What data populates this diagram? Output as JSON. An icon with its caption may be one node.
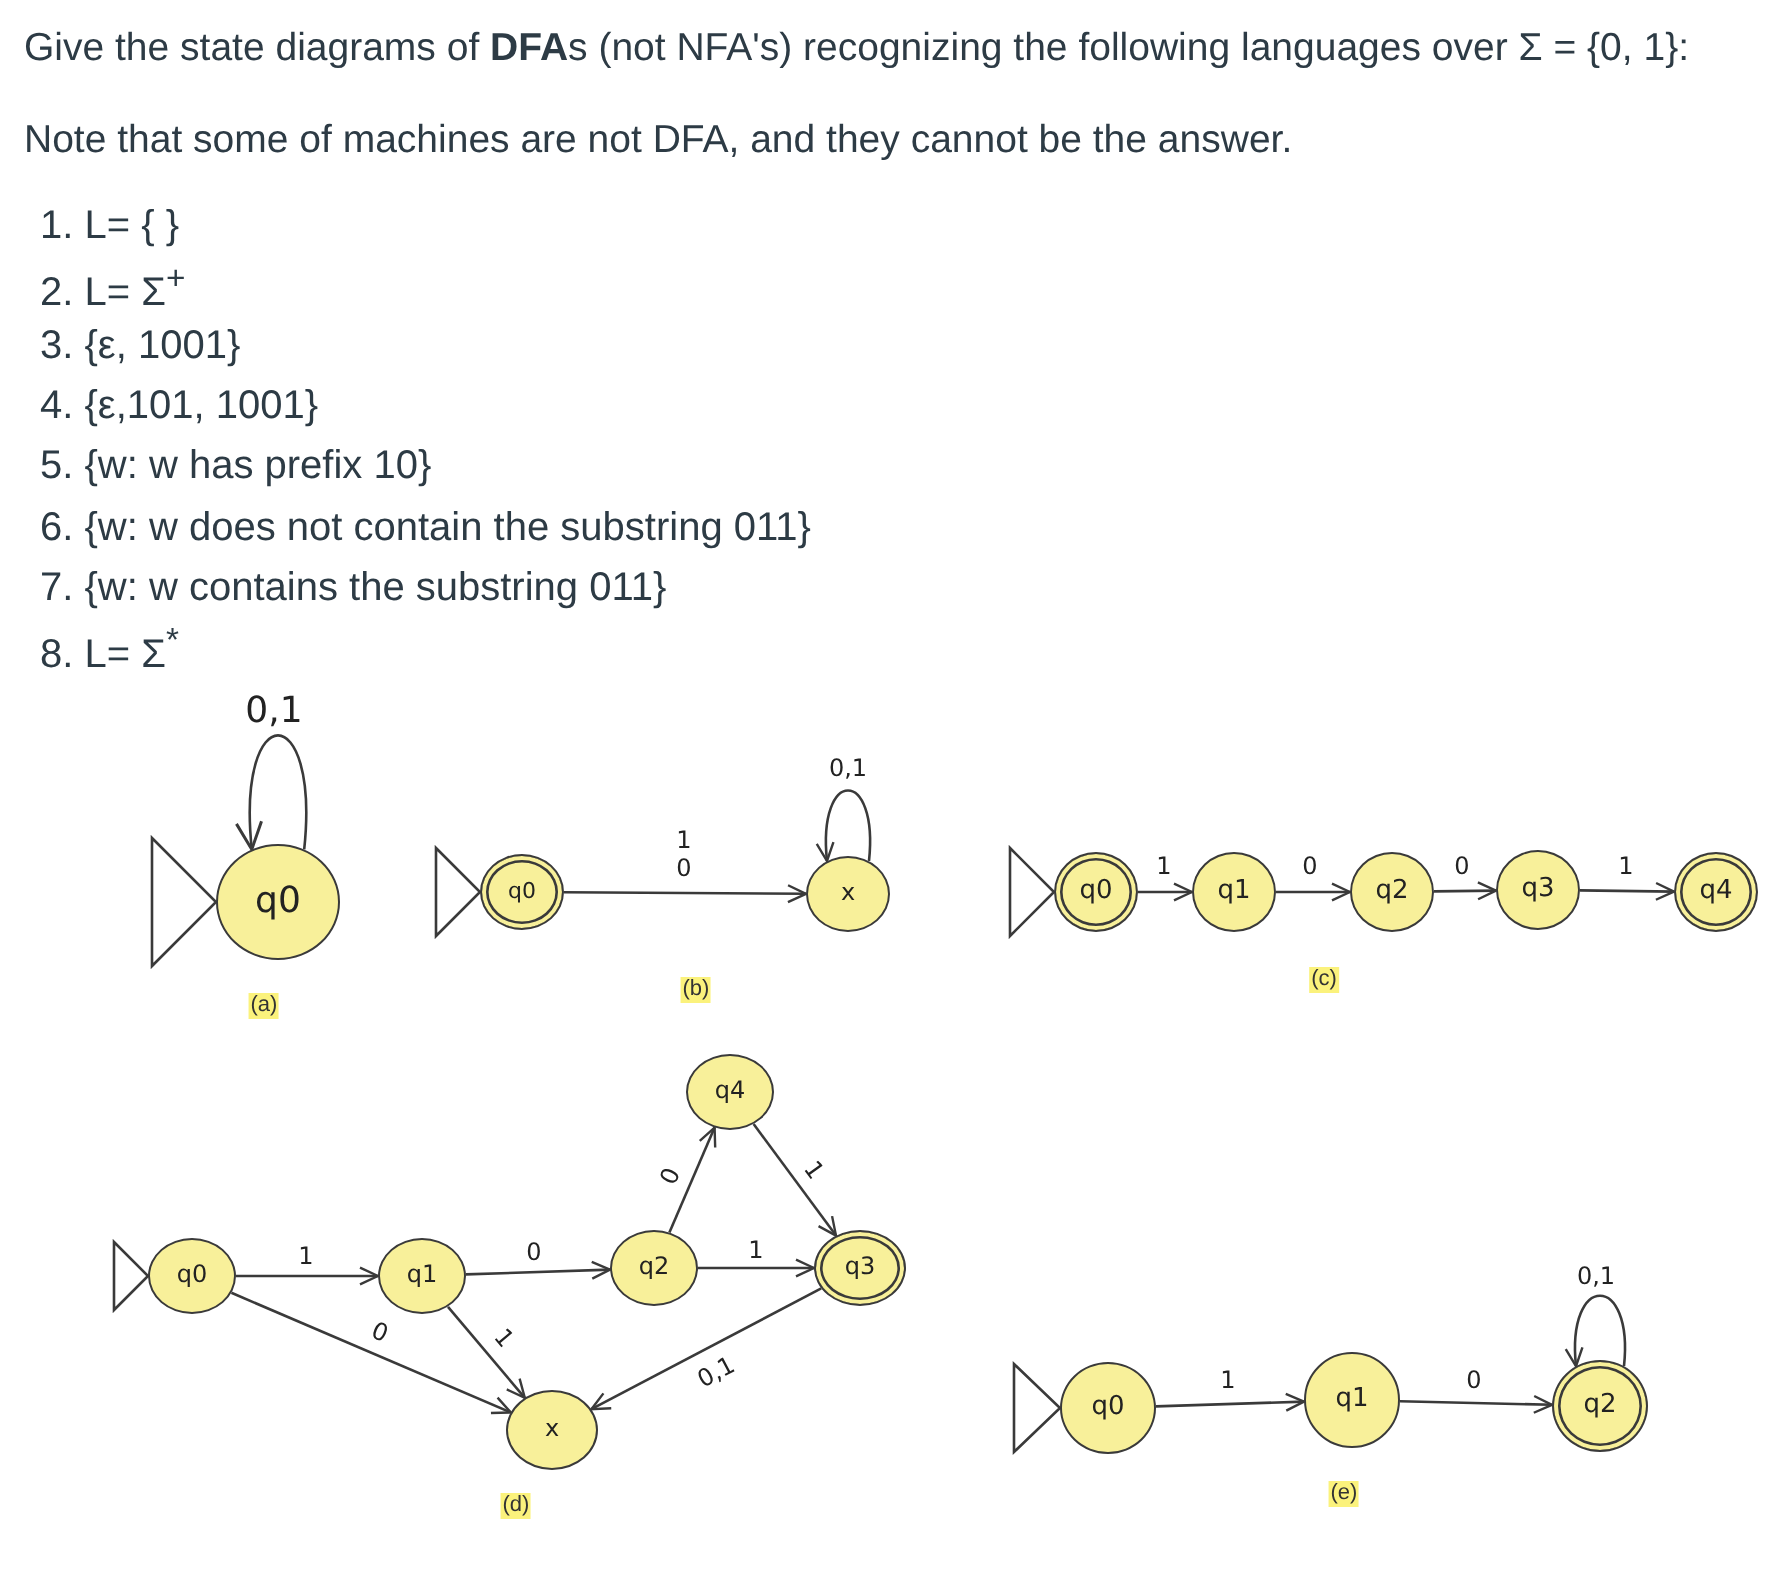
{
  "diagram": {
    "title": "Give the state diagrams of **DFA**s (not NFA's) recognizing the following languages over Σ = {0, 1}:",
    "nodes": [
      {
        "text": [
          "q0"
        ]
      },
      {
        "text": [
          "q0"
        ]
      },
      {
        "text": [
          "x"
        ]
      },
      {
        "text": [
          "q0"
        ]
      },
      {
        "text": [
          "q1"
        ]
      },
      {
        "text": [
          "q2"
        ]
      },
      {
        "text": [
          "q3"
        ]
      },
      {
        "text": [
          "q4"
        ]
      },
      {
        "text": [
          "q0"
        ]
      },
      {
        "text": [
          "q1"
        ]
      },
      {
        "text": [
          "q2"
        ]
      },
      {
        "text": [
          "q4"
        ]
      },
      {
        "text": [
          "q3"
        ]
      },
      {
        "text": [
          "x"
        ]
      },
      {
        "text": [
          "q0"
        ]
      },
      {
        "text": [
          "q1"
        ]
      },
      {
        "text": [
          "q2"
        ]
      }
    ],
    "edges": [
      {
        "from": 0,
        "to": 0,
        "label": "0,1",
        "arrow": "to"
      },
      {
        "from": null,
        "to": 0,
        "arrow": "to"
      },
      {
        "from": 1,
        "to": 2,
        "label": "1 0",
        "arrow": "to"
      },
      {
        "from": 2,
        "to": 2,
        "label": "0,1",
        "arrow": "to"
      },
      {
        "from": null,
        "to": 1,
        "arrow": "to"
      },
      {
        "from": 3,
        "to": 4,
        "label": "1",
        "arrow": "to"
      },
      {
        "from": 4,
        "to": 5,
        "label": "0",
        "arrow": "to"
      },
      {
        "from": 5,
        "to": 6,
        "label": "0",
        "arrow": "to"
      },
      {
        "from": 6,
        "to": 7,
        "label": "1",
        "arrow": "to"
      },
      {
        "from": null,
        "to": 3,
        "arrow": "to"
      },
      {
        "from": 8,
        "to": 9,
        "label": "1",
        "arrow": "to"
      },
      {
        "from": 9,
        "to": 10,
        "label": "0",
        "arrow": "to"
      },
      {
        "from": 10,
        "to": 11,
        "label": "0",
        "arrow": "to"
      },
      {
        "from": 11,
        "to": 12,
        "label": "1",
        "arrow": "to"
      },
      {
        "from": 10,
        "to": 12,
        "label": "1",
        "arrow": "to"
      },
      {
        "from": 8,
        "to": 13,
        "label": "0",
        "arrow": "to"
      },
      {
        "from": 9,
        "to": 13,
        "label": "1",
        "arrow": "to"
      },
      {
        "from": 12,
        "to": 13,
        "label": "0,1",
        "arrow": "to"
      },
      {
        "from": null,
        "to": 8,
        "arrow": "to"
      },
      {
        "from": 14,
        "to": 15,
        "label": "1",
        "arrow": "to"
      },
      {
        "from": 15,
        "to": 16,
        "label": "0",
        "arrow": "to"
      },
      {
        "from": 16,
        "to": 16,
        "label": "0,1",
        "arrow": "to"
      },
      {
        "from": null,
        "to": 14,
        "arrow": "to"
      }
    ],
    "labels": [
      "Note that some of machines are not DFA, and they cannot be the answer.",
      "1. L= { }",
      "2. L= Σ$^{+}$",
      "3. {ε, 1001}",
      "4. {ε,101, 1001}",
      "5. {w: w has prefix 10}",
      "6. {w: w does not contain the substring 011}",
      "7. {w: w contains the substring 011}",
      "8. L= Σ$^{*}$",
      "(a)",
      "(b)",
      "(c)",
      "(d)",
      "(e)"
    ]
  }
}
